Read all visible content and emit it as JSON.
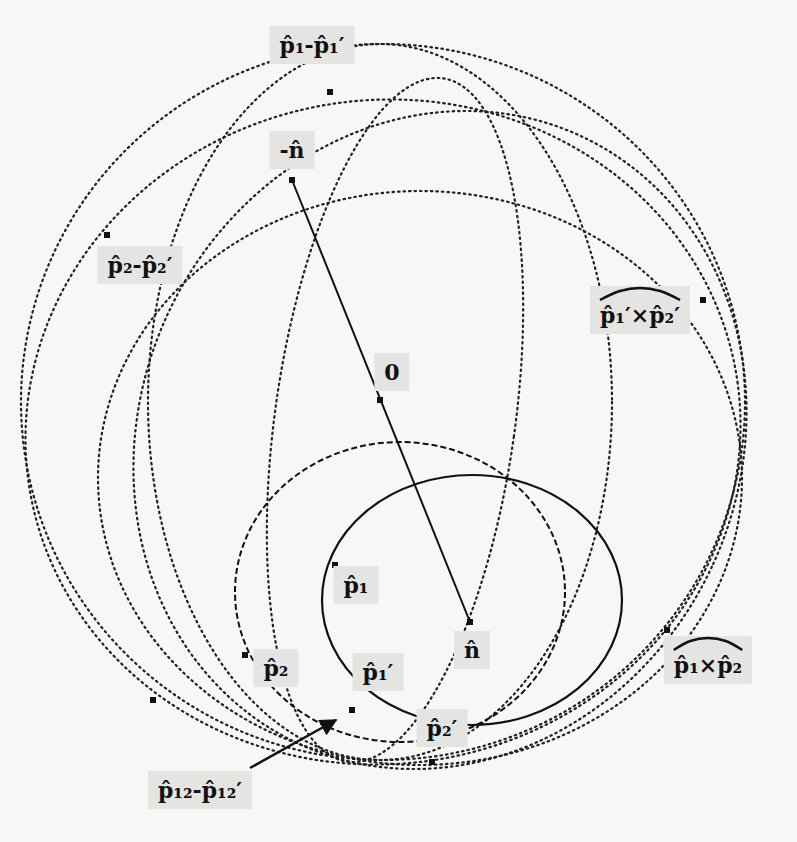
{
  "diagram": {
    "labels": [
      "p̂₁-p̂₁′",
      "-n̂",
      "p̂₂-p̂₂′",
      "p̂₁′×p̂₂′",
      "0",
      "p̂₁",
      "n̂",
      "p̂₂",
      "p̂₁′",
      "p̂₂′",
      "p̂₁×p̂₂",
      "p̂₁₂-p̂₁₂′"
    ]
  }
}
